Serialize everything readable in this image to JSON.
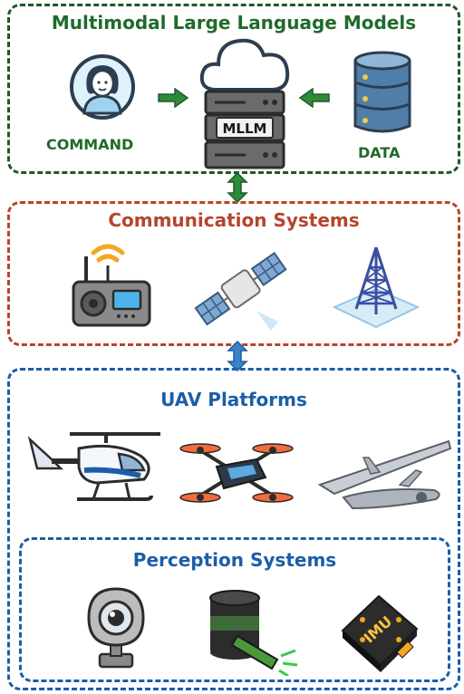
{
  "mllm": {
    "title": "Multimodal Large Language Models",
    "command_label": "COMMAND",
    "data_label": "DATA",
    "server_label": "MLLM"
  },
  "communication": {
    "title": "Communication Systems"
  },
  "uav": {
    "title": "UAV Platforms"
  },
  "perception": {
    "title": "Perception Systems",
    "imu_label": "IMU"
  },
  "colors": {
    "green": "#1f6b2a",
    "red": "#b5452c",
    "blue": "#1b5ea8"
  }
}
